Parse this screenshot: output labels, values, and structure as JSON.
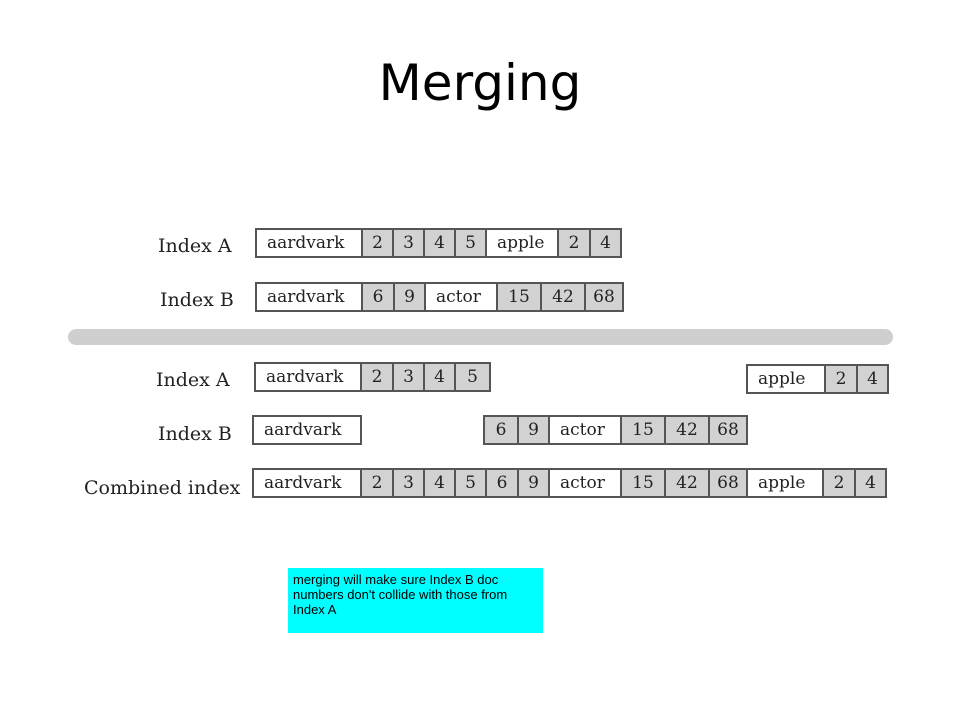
{
  "slide": {
    "title": "Merging",
    "note": "merging will make sure Index B doc numbers don't collide with those from Index A"
  },
  "before": {
    "index_a": {
      "label": "Index A",
      "cells": [
        {
          "text": "aardvark",
          "kind": "term"
        },
        {
          "text": "2",
          "kind": "num"
        },
        {
          "text": "3",
          "kind": "num"
        },
        {
          "text": "4",
          "kind": "num"
        },
        {
          "text": "5",
          "kind": "num"
        },
        {
          "text": "apple",
          "kind": "term"
        },
        {
          "text": "2",
          "kind": "num"
        },
        {
          "text": "4",
          "kind": "num"
        }
      ]
    },
    "index_b": {
      "label": "Index B",
      "cells": [
        {
          "text": "aardvark",
          "kind": "term"
        },
        {
          "text": "6",
          "kind": "num"
        },
        {
          "text": "9",
          "kind": "num"
        },
        {
          "text": "actor",
          "kind": "term"
        },
        {
          "text": "15",
          "kind": "num"
        },
        {
          "text": "42",
          "kind": "num"
        },
        {
          "text": "68",
          "kind": "num"
        }
      ]
    }
  },
  "after": {
    "index_a": {
      "label": "Index A",
      "aardvark_cells": [
        {
          "text": "aardvark",
          "kind": "term"
        },
        {
          "text": "2",
          "kind": "num"
        },
        {
          "text": "3",
          "kind": "num"
        },
        {
          "text": "4",
          "kind": "num"
        },
        {
          "text": "5",
          "kind": "num"
        }
      ],
      "apple_cells": [
        {
          "text": "apple",
          "kind": "term"
        },
        {
          "text": "2",
          "kind": "num"
        },
        {
          "text": "4",
          "kind": "num"
        }
      ]
    },
    "index_b": {
      "label": "Index B",
      "aardvark_cells": [
        {
          "text": "aardvark",
          "kind": "term"
        }
      ],
      "rest_cells": [
        {
          "text": "6",
          "kind": "num"
        },
        {
          "text": "9",
          "kind": "num"
        },
        {
          "text": "actor",
          "kind": "term"
        },
        {
          "text": "15",
          "kind": "num"
        },
        {
          "text": "42",
          "kind": "num"
        },
        {
          "text": "68",
          "kind": "num"
        }
      ]
    },
    "combined": {
      "label": "Combined index",
      "cells": [
        {
          "text": "aardvark",
          "kind": "term"
        },
        {
          "text": "2",
          "kind": "num"
        },
        {
          "text": "3",
          "kind": "num"
        },
        {
          "text": "4",
          "kind": "num"
        },
        {
          "text": "5",
          "kind": "num"
        },
        {
          "text": "6",
          "kind": "num"
        },
        {
          "text": "9",
          "kind": "num"
        },
        {
          "text": "actor",
          "kind": "term"
        },
        {
          "text": "15",
          "kind": "num"
        },
        {
          "text": "42",
          "kind": "num"
        },
        {
          "text": "68",
          "kind": "num"
        },
        {
          "text": "apple",
          "kind": "term"
        },
        {
          "text": "2",
          "kind": "num"
        },
        {
          "text": "4",
          "kind": "num"
        }
      ]
    }
  }
}
